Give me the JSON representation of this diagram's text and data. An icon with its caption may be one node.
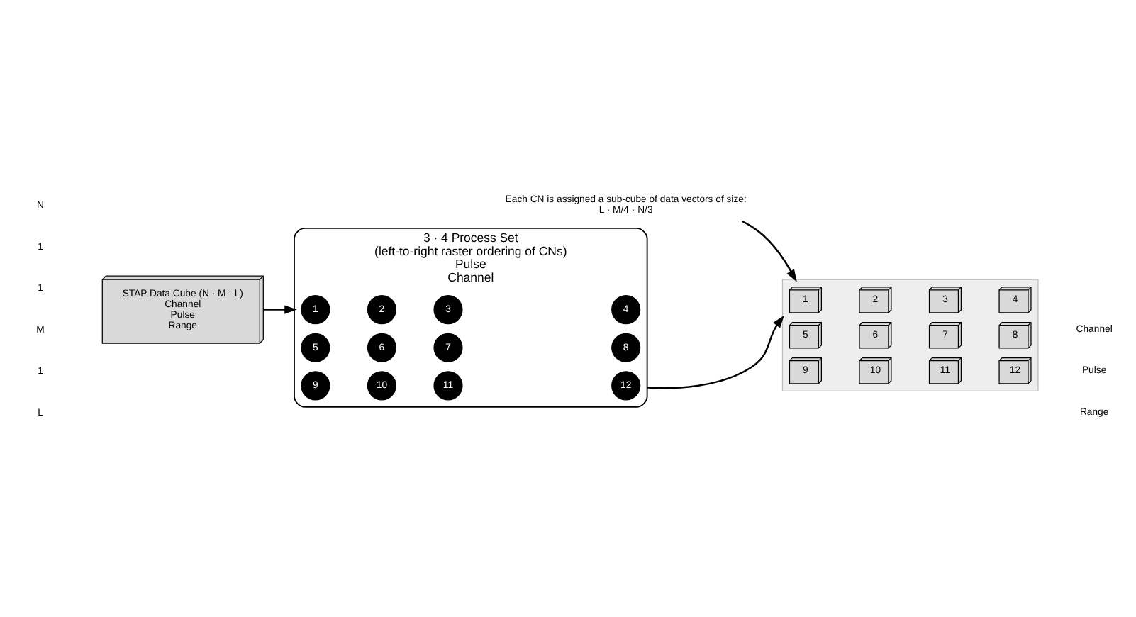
{
  "diagram": {
    "nodes": [
      {
        "text": [
          "STAP Data Cube (N · M · L)",
          "Channel",
          "Pulse",
          "Range"
        ]
      },
      {
        "text": [
          "3 · 4 Process Set",
          "(left-to-right raster ordering of CNs)",
          "Pulse",
          "Channel"
        ]
      },
      {
        "text": [
          "1"
        ],
        "in": 1
      },
      {
        "text": [
          "2"
        ],
        "in": 1
      },
      {
        "text": [
          "3"
        ],
        "in": 1
      },
      {
        "text": [
          "4"
        ],
        "in": 1
      },
      {
        "text": [
          "5"
        ],
        "in": 1
      },
      {
        "text": [
          "6"
        ],
        "in": 1
      },
      {
        "text": [
          "7"
        ],
        "in": 1
      },
      {
        "text": [
          "8"
        ],
        "in": 1
      },
      {
        "text": [
          "9"
        ],
        "in": 1
      },
      {
        "text": [
          "10"
        ],
        "in": 1
      },
      {
        "text": [
          "11"
        ],
        "in": 1
      },
      {
        "text": [
          "12"
        ],
        "in": 1
      },
      {
        "text": [],
        "shape": "box"
      },
      {
        "text": [
          "1"
        ],
        "in": 14
      },
      {
        "text": [
          "2"
        ],
        "in": 14
      },
      {
        "text": [
          "3"
        ],
        "in": 14
      },
      {
        "text": [
          "4"
        ],
        "in": 14
      },
      {
        "text": [
          "5"
        ],
        "in": 14
      },
      {
        "text": [
          "6"
        ],
        "in": 14
      },
      {
        "text": [
          "7"
        ],
        "in": 14
      },
      {
        "text": [
          "8"
        ],
        "in": 14
      },
      {
        "text": [
          "9"
        ],
        "in": 14
      },
      {
        "text": [
          "10"
        ],
        "in": 14
      },
      {
        "text": [
          "11"
        ],
        "in": 14
      },
      {
        "text": [
          "12"
        ],
        "in": 14
      },
      {
        "text": [
          "Each CN is assigned a sub-cube of data vectors of size:",
          "L · M/4 · N/3"
        ]
      }
    ],
    "edges": [
      {
        "from": 0,
        "to": 1,
        "arrow": "to"
      },
      {
        "from": 1,
        "to": 14,
        "arrow": "to"
      },
      {
        "from": 27,
        "to": 14,
        "arrow": "to"
      }
    ],
    "labels": [
      "N",
      "1",
      "1",
      "M",
      "1",
      "L",
      "Channel",
      "Pulse",
      "Range"
    ]
  }
}
